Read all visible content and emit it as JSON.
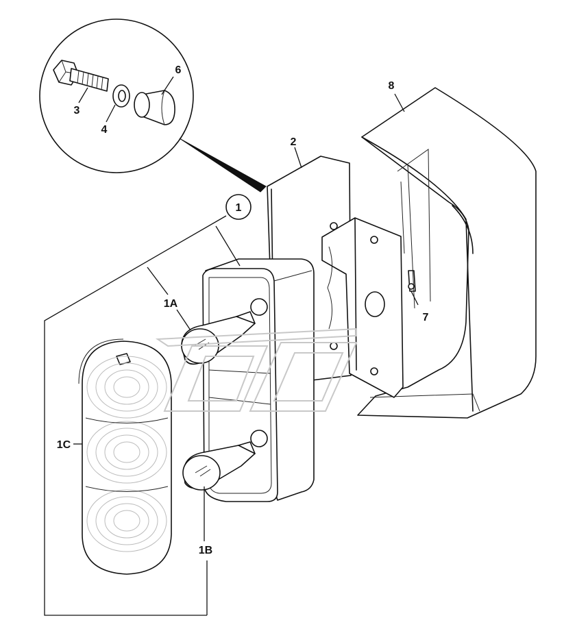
{
  "callouts": {
    "c1": "1",
    "c1a": "1A",
    "c1b": "1B",
    "c1c": "1C",
    "c2": "2",
    "c3": "3",
    "c4": "4",
    "c6": "6",
    "c7": "7",
    "c8": "8"
  },
  "icons": {
    "watermark": "stylized-logo-watermark",
    "detail": "magnified-detail-circle"
  }
}
